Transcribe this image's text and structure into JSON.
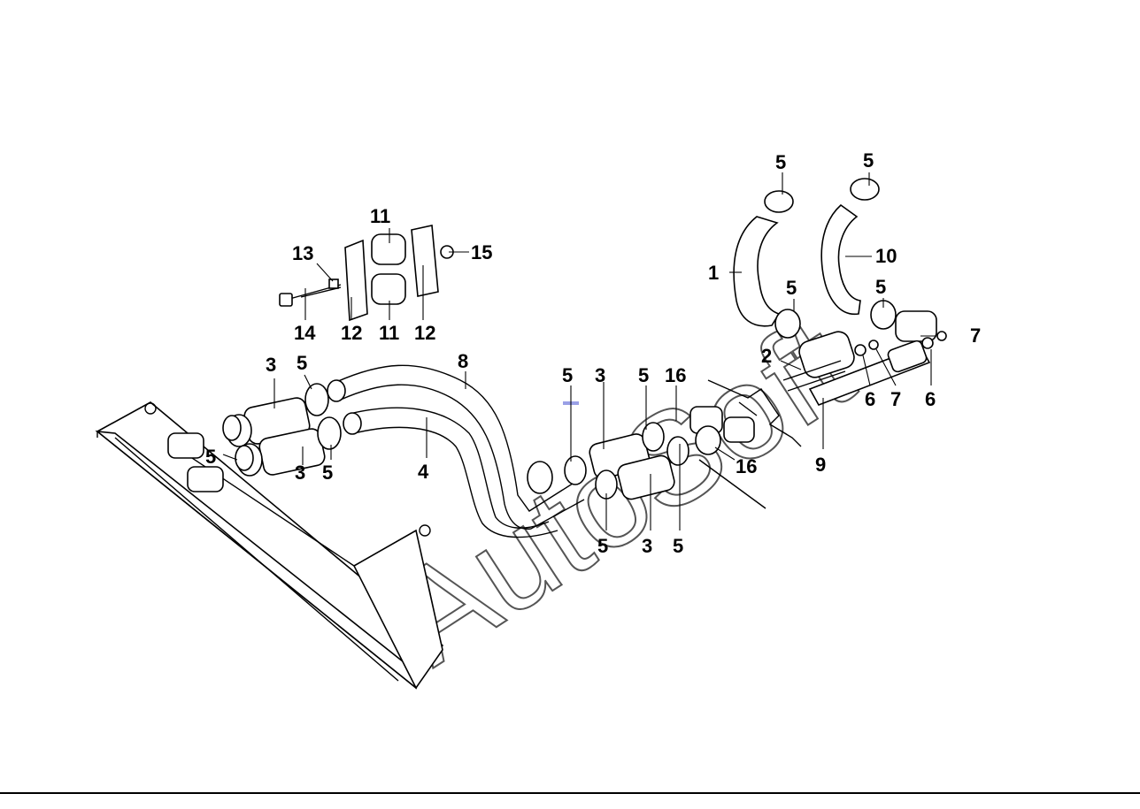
{
  "watermark": "AutoSoft",
  "colors": {
    "ink": "#000000",
    "background": "#ffffff",
    "marker": "#9aa0e6"
  },
  "callouts": {
    "c1": "1",
    "c2": "2",
    "c3a": "3",
    "c3b": "3",
    "c3c": "3",
    "c3d": "3",
    "c4": "4",
    "c5a": "5",
    "c5b": "5",
    "c5c": "5",
    "c5d": "5",
    "c5e": "5",
    "c5f": "5",
    "c5g": "5",
    "c5h": "5",
    "c5i": "5",
    "c5j": "5",
    "c5k": "5",
    "c6a": "6",
    "c6b": "6",
    "c7a": "7",
    "c7b": "7",
    "c8": "8",
    "c9": "9",
    "c10": "10",
    "c11a": "11",
    "c11b": "11",
    "c12a": "12",
    "c12b": "12",
    "c13": "13",
    "c14": "14",
    "c15": "15",
    "c16a": "16",
    "c16b": "16"
  }
}
